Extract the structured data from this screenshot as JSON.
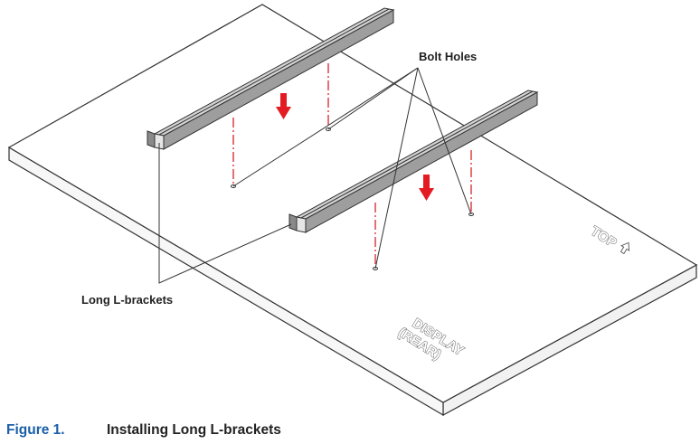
{
  "labels": {
    "bolt_holes": "Bolt Holes",
    "long_brackets": "Long L-brackets",
    "top": "TOP",
    "display_line1": "DISPLAY",
    "display_line2": "(REAR)"
  },
  "caption": {
    "number": "Figure 1.",
    "title": "Installing Long L-brackets"
  },
  "colors": {
    "arrow": "#e31b23",
    "guide_line": "#d2232a",
    "caption_number": "#1a5fa8",
    "bracket_top": "#d4d4d4",
    "bracket_side": "#9e9e9e"
  },
  "icons": [
    "down-arrow-icon",
    "up-arrow-icon"
  ]
}
